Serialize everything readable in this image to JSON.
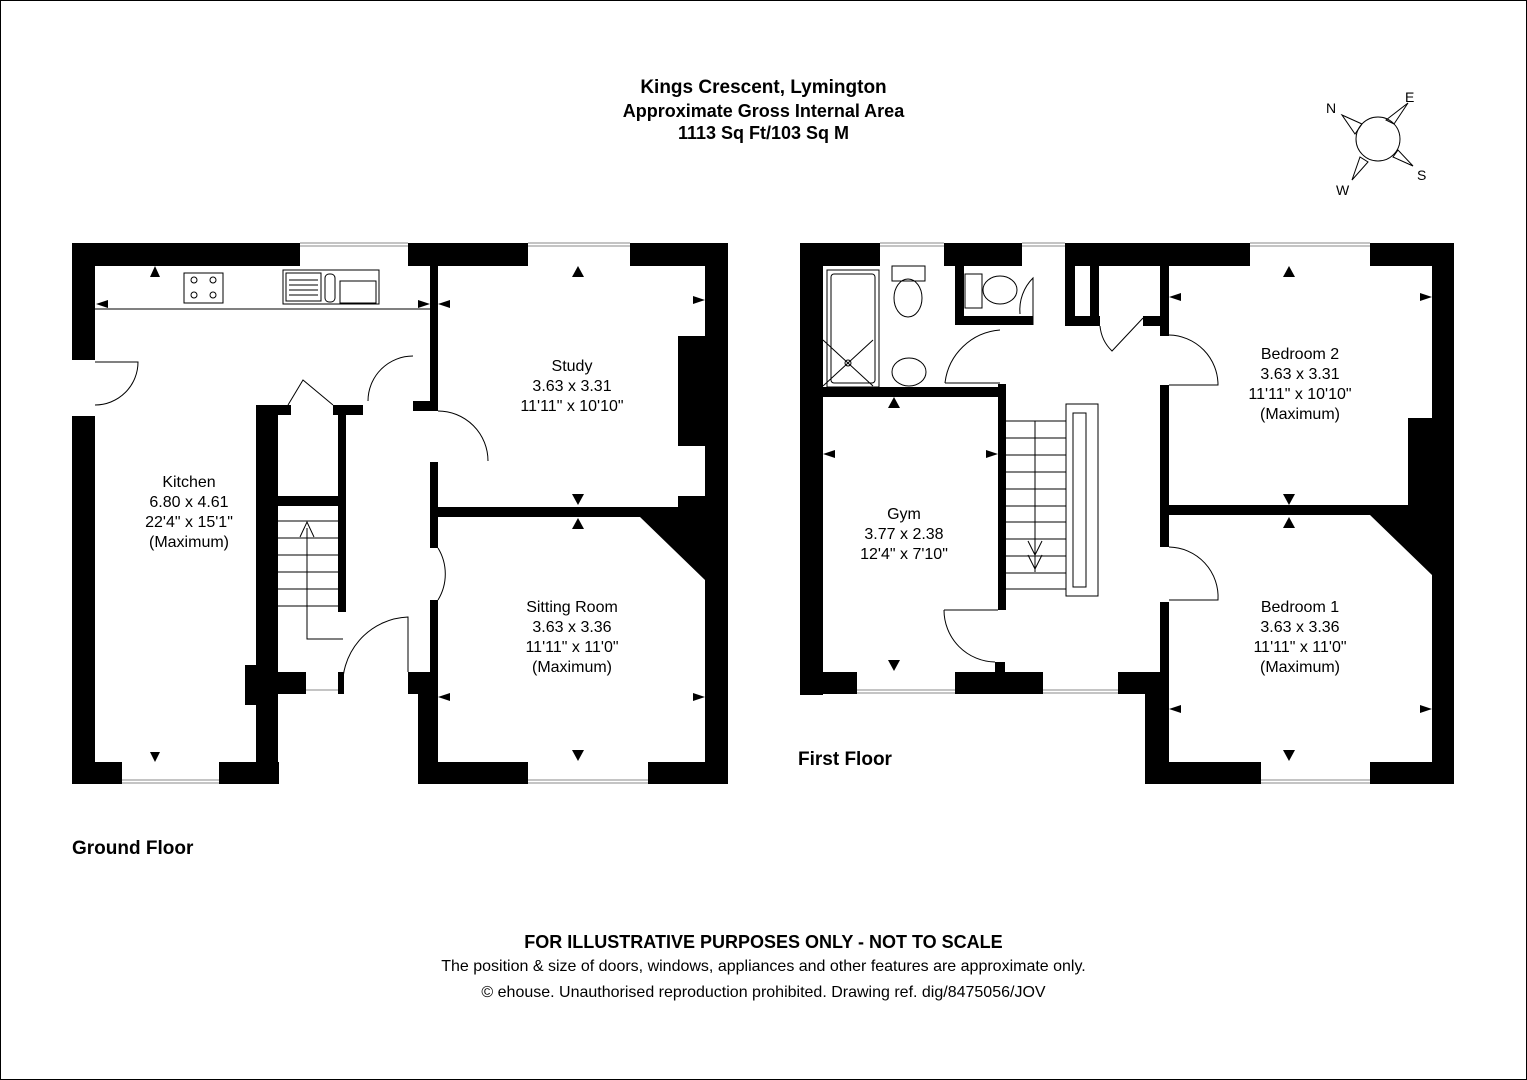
{
  "header": {
    "title": "Kings Crescent, Lymington",
    "subtitle": "Approximate Gross Internal Area",
    "area": "1113 Sq Ft/103 Sq M"
  },
  "compass": {
    "n": "N",
    "e": "E",
    "s": "S",
    "w": "W"
  },
  "ground_floor": {
    "label": "Ground Floor",
    "rooms": [
      {
        "name": "Kitchen",
        "metric": "6.80 x 4.61",
        "imperial": "22'4\" x 15'1\"",
        "note": "(Maximum)"
      },
      {
        "name": "Study",
        "metric": "3.63 x 3.31",
        "imperial": "11'11\" x 10'10\"",
        "note": ""
      },
      {
        "name": "Sitting Room",
        "metric": "3.63 x 3.36",
        "imperial": "11'11\" x 11'0\"",
        "note": "(Maximum)"
      }
    ]
  },
  "first_floor": {
    "label": "First Floor",
    "rooms": [
      {
        "name": "Gym",
        "metric": "3.77 x 2.38",
        "imperial": "12'4\" x 7'10\"",
        "note": ""
      },
      {
        "name": "Bedroom 2",
        "metric": "3.63 x 3.31",
        "imperial": "11'11\" x 10'10\"",
        "note": "(Maximum)"
      },
      {
        "name": "Bedroom 1",
        "metric": "3.63 x 3.36",
        "imperial": "11'11\" x 11'0\"",
        "note": "(Maximum)"
      }
    ]
  },
  "footer": {
    "disclaimer": "FOR ILLUSTRATIVE PURPOSES ONLY - NOT TO SCALE",
    "note": "The position & size of doors, windows, appliances and other features are approximate only.",
    "copyright": "© ehouse. Unauthorised reproduction prohibited. Drawing ref. dig/8475056/JOV"
  },
  "colors": {
    "wall": "#000000",
    "background": "#ffffff",
    "line": "#000000",
    "window": "#888888"
  }
}
